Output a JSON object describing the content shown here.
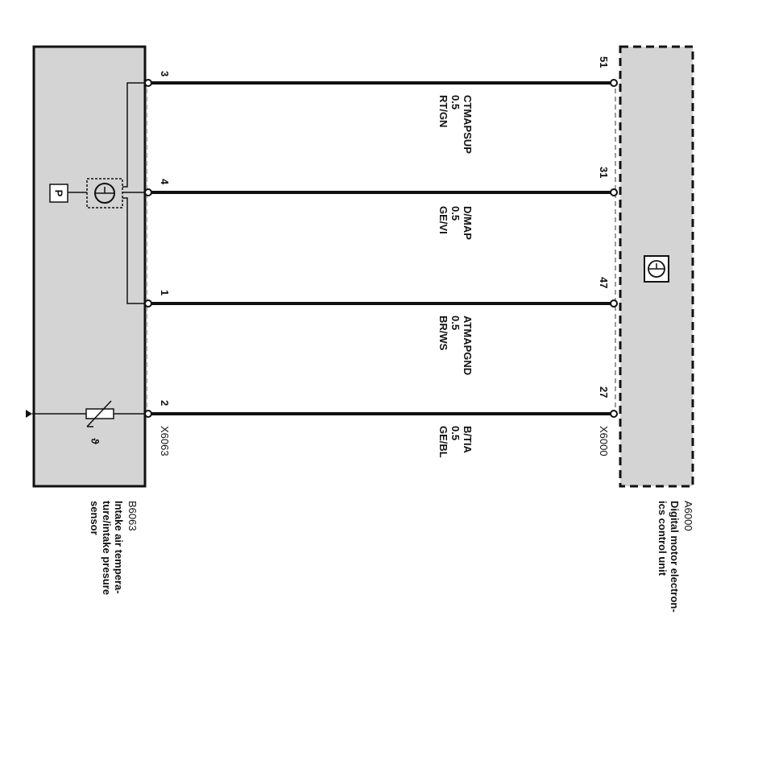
{
  "colors": {
    "box_fill": "#d4d4d4",
    "line": "#111111",
    "dashed": "#9a9a9a"
  },
  "sensor": {
    "id": "B6063",
    "desc_line1": "Intake air tempera-",
    "desc_line2": "ture/intake presure",
    "desc_line3": "sensor",
    "connector": "X6063",
    "p_label": "P",
    "theta": "ϑ"
  },
  "ecu": {
    "id": "A6000",
    "desc_line1": "Digital motor electron-",
    "desc_line2": "ics control unit",
    "connector": "X6000",
    "icon": "ecu-chip-icon"
  },
  "wires": [
    {
      "sensor_pin": "3",
      "ecu_pin": "51",
      "signal": "CTMAPSUP",
      "gauge": "0.5",
      "color": "RT/GN"
    },
    {
      "sensor_pin": "4",
      "ecu_pin": "31",
      "signal": "D/MAP",
      "gauge": "0.5",
      "color": "GE/VI"
    },
    {
      "sensor_pin": "1",
      "ecu_pin": "47",
      "signal": "ATMAPGND",
      "gauge": "0.5",
      "color": "BR/WS"
    },
    {
      "sensor_pin": "2",
      "ecu_pin": "27",
      "signal": "B/TIA",
      "gauge": "0.5",
      "color": "GE/BL"
    }
  ]
}
